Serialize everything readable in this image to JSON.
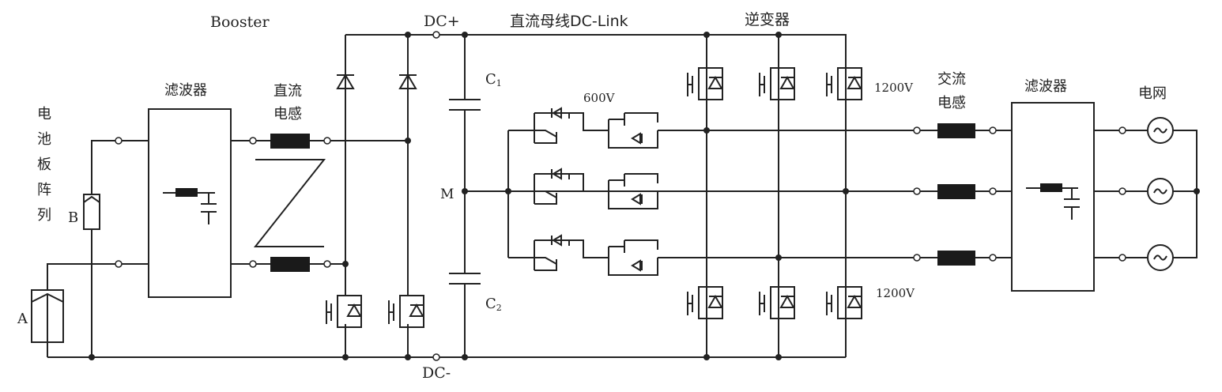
{
  "labels": {
    "booster": "Booster",
    "dc_plus": "DC+",
    "dc_minus": "DC-",
    "dc_link": "直流母线DC-Link",
    "inverter": "逆变器",
    "filter_left": "滤波器",
    "dc_inductor_line1": "直流",
    "dc_inductor_line2": "电感",
    "pv_array_chars": [
      "电",
      "池",
      "板",
      "阵",
      "列"
    ],
    "node_a": "A",
    "node_b": "B",
    "c1": "C",
    "c1_sub": "1",
    "c2": "C",
    "c2_sub": "2",
    "mid": "M",
    "v600": "600V",
    "v1200_top": "1200V",
    "v1200_bottom": "1200V",
    "ac_inductor_line1": "交流",
    "ac_inductor_line2": "电感",
    "filter_right": "滤波器",
    "grid": "电网"
  }
}
